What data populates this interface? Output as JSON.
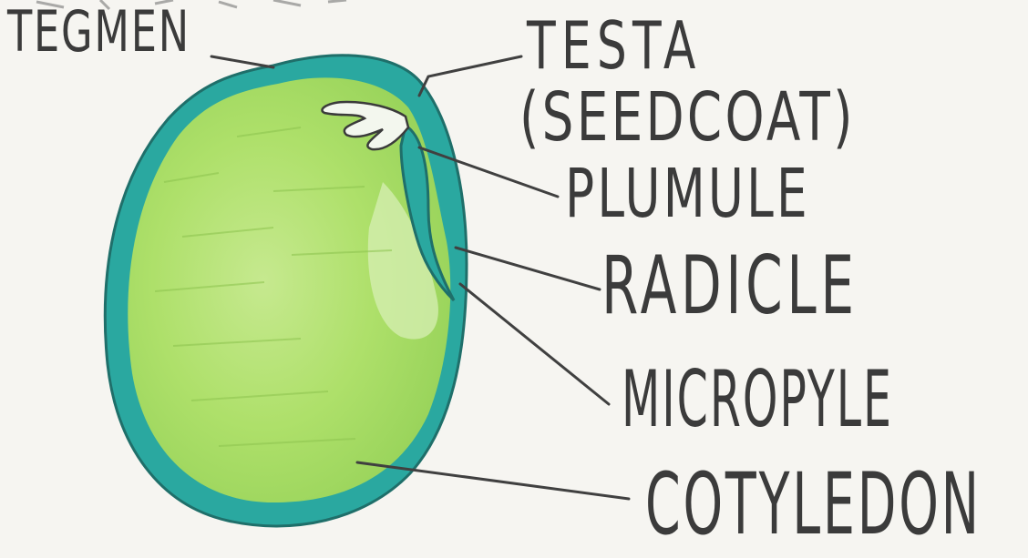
{
  "labels": {
    "tegmen": "TEGMEN",
    "testa": "TESTA",
    "seed_coat": "(SEEDCOAT)",
    "plumule": "PLUMULE",
    "radicle": "RADICLE",
    "micropyle": "MICROPYLE",
    "cotyledon": "COTYLEDON"
  },
  "colors": {
    "paper": "#f6f5f1",
    "seed_coat": "#2aa8a0",
    "cotyledon": "#a9dc63",
    "cotyledon_light": "#cdeb9e",
    "pencil": "#3b3b3b",
    "leader_lines": "#404040"
  }
}
